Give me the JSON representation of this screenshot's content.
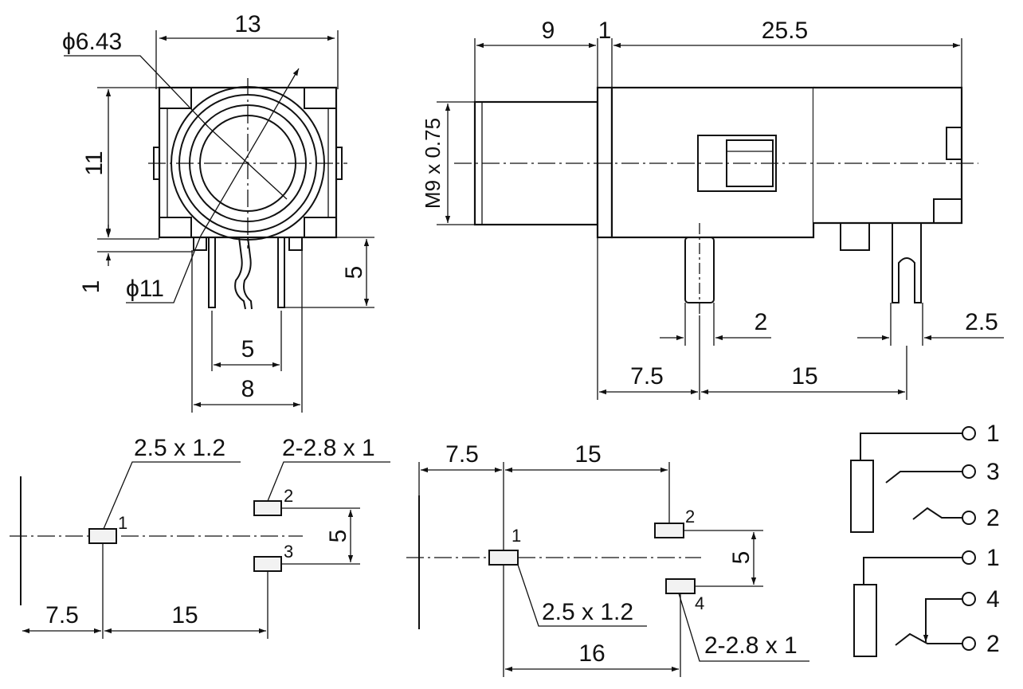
{
  "front_view": {
    "width": "13",
    "height": "11",
    "bore_diameter": "ϕ6.43",
    "outer_diameter": "ϕ11",
    "bottom_offset": "1",
    "pin_height": "5",
    "pin_spacing_inner": "5",
    "pin_spacing_outer": "8"
  },
  "side_view": {
    "thread": "M9 x 0.75",
    "length_front": "9",
    "flange": "1",
    "length_body": "25.5",
    "pin_width": "2",
    "pin_width_rear": "2.5",
    "pin_offset": "7.5",
    "pin_pitch": "15"
  },
  "footprint_3pin": {
    "pad_main": "2.5 x 1.2",
    "pad_small": "2-2.8 x 1",
    "spacing_y": "5",
    "offset_x": "7.5",
    "pitch_x": "15",
    "pins": [
      "1",
      "2",
      "3"
    ]
  },
  "footprint_4pin": {
    "offset_x": "7.5",
    "pitch_x": "15",
    "spacing_y": "5",
    "pad_main": "2.5 x 1.2",
    "pad_small": "2-2.8 x 1",
    "total_x": "16",
    "pins": [
      "1",
      "2",
      "4"
    ]
  },
  "schematics": {
    "three_pin": [
      "1",
      "3",
      "2"
    ],
    "four_pin": [
      "1",
      "4",
      "2"
    ]
  },
  "colors": {
    "ink": "#111111",
    "background": "#ffffff"
  }
}
